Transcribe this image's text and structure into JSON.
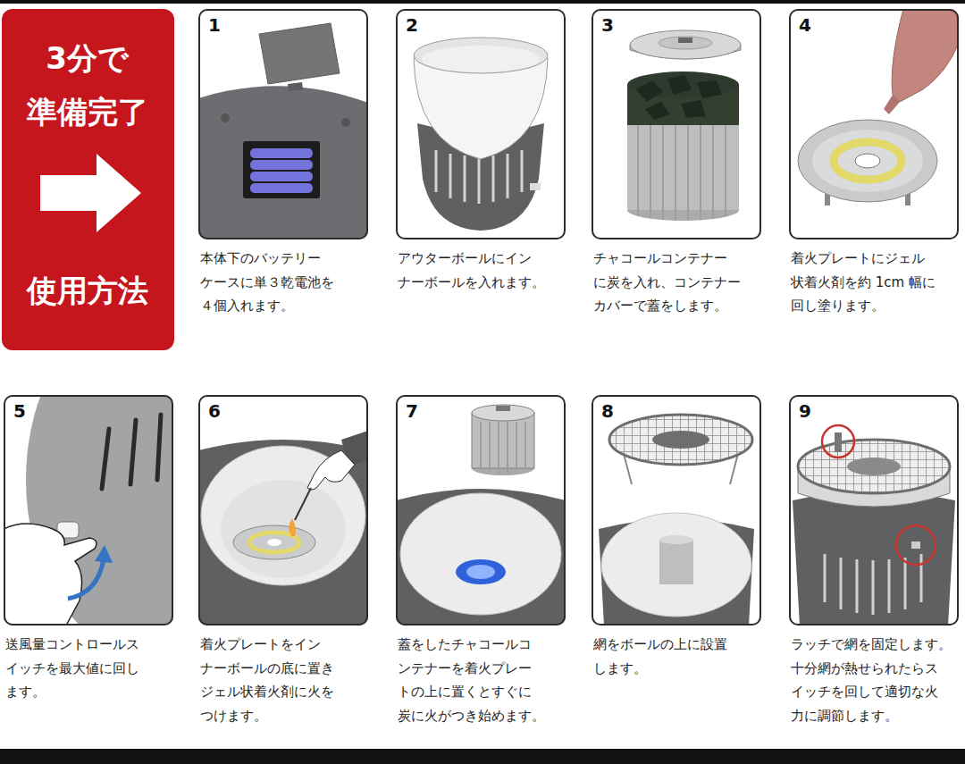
{
  "diagram": {
    "nodes": [
      {
        "text": [
          "3分で 準備完了",
          "使用方法"
        ]
      },
      {
        "text": [
          "1",
          "本体下のバッテリー ケースに単３乾電池を ４個入れます。"
        ]
      },
      {
        "text": [
          "2",
          "アウターボールにイン ナーボールを入れます。"
        ]
      },
      {
        "text": [
          "3",
          "チャコールコンテナー に炭を入れ、コンテナー カバーで蓋をします。"
        ]
      },
      {
        "text": [
          "4",
          "着火プレートにジェル 状着火剤を約 1cm 幅に 回し塗ります。"
        ]
      },
      {
        "text": [
          "5",
          "送風量コントロールス イッチを最大値に回し ます。"
        ]
      },
      {
        "text": [
          "6",
          "着火プレートをイン ナーボールの底に置き ジェル状着火剤に火を つけます。"
        ]
      },
      {
        "text": [
          "7",
          "蓋をしたチャコールコ ンテナーを着火プレー トの上に置くとすぐに 炭に火がつき始めます。"
        ]
      },
      {
        "text": [
          "8",
          "網をボールの上に設置 します。"
        ]
      },
      {
        "text": [
          "9",
          "ラッチで網を固定します。 十分網が熱せられたらス イッチを回して適切な火 力に調節します。"
        ]
      }
    ]
  }
}
